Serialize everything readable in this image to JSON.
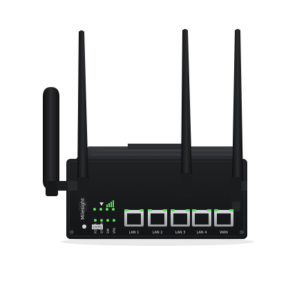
{
  "device": {
    "brand": "Milesight",
    "model": "UR75",
    "ports": [
      {
        "label": "LAN 1"
      },
      {
        "label": "LAN 2"
      },
      {
        "label": "LAN 3"
      },
      {
        "label": "LAN 4"
      },
      {
        "label": "WAN"
      }
    ],
    "status_leds": [
      {
        "label": "POWER"
      },
      {
        "label": "SYSTEM"
      },
      {
        "label": "SIM"
      },
      {
        "label": "VPN"
      }
    ],
    "colors": {
      "body": "#1c1d1f",
      "face": "#141516",
      "led_green": "#5fe05a",
      "port_metal": "#b9bcc0",
      "antenna": "#1a1a1b"
    }
  }
}
